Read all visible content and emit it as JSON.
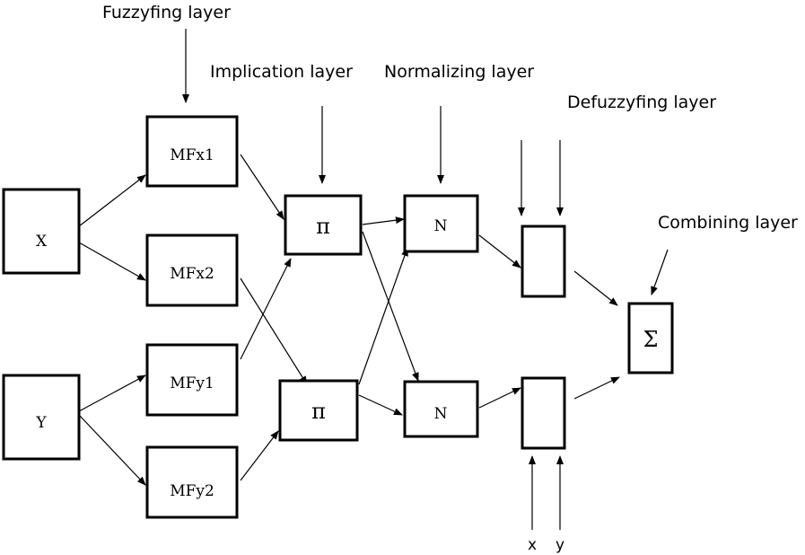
{
  "layers": {
    "fuzzyfing": "Fuzzyfing layer",
    "implication": "Implication layer",
    "normalizing": "Normalizing layer",
    "defuzzyfing": "Defuzzyfing layer",
    "combining": "Combining layer"
  },
  "nodes": {
    "x": "X",
    "y": "Y",
    "mfx1": "MFx1",
    "mfx2": "MFx2",
    "mfy1": "MFy1",
    "mfy2": "MFy2",
    "pi1": "π",
    "pi2": "π",
    "n1": "N",
    "n2": "N",
    "d1": "",
    "d2": "",
    "sum": "Σ"
  },
  "extra_inputs": {
    "x": "x",
    "y": "y"
  },
  "colors": {
    "stroke": "#000000",
    "background": "#ffffff"
  }
}
